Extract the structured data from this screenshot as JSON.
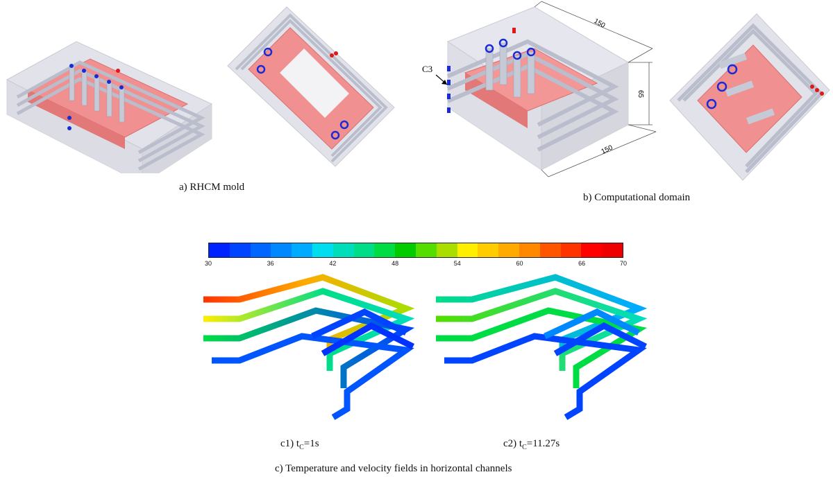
{
  "captions": {
    "a": "a) RHCM mold",
    "b": "b) Computational domain",
    "c1_prefix": "c1) t",
    "c1_sub": "C",
    "c1_suffix": "=1s",
    "c2_prefix": "c2) t",
    "c2_sub": "C",
    "c2_suffix": "=11.27s",
    "c": "c)  Temperature and velocity fields in horizontal channels"
  },
  "annotations": {
    "c3_label": "C3",
    "dim_top": "150",
    "dim_side": "65",
    "dim_bottom": "150"
  },
  "colorbar": {
    "min": 30,
    "max": 70,
    "ticks": [
      "30",
      "36",
      "42",
      "48",
      "54",
      "60",
      "66",
      "70"
    ],
    "colors": [
      "#0022ff",
      "#0044ff",
      "#0066ff",
      "#0088ff",
      "#00aaff",
      "#00ddee",
      "#00ddbb",
      "#00dd88",
      "#00dd44",
      "#00cc00",
      "#55dd00",
      "#aadd00",
      "#ffee00",
      "#ffcc00",
      "#ffaa00",
      "#ff8800",
      "#ff5500",
      "#ff3300",
      "#ff0000",
      "#ee0000"
    ]
  },
  "palette": {
    "block": "#dcdde6",
    "cavity": "#f08a8a",
    "channel": "#c8ccd8",
    "inlet_blue": "#1a2bd6",
    "inlet_red": "#e01818"
  }
}
